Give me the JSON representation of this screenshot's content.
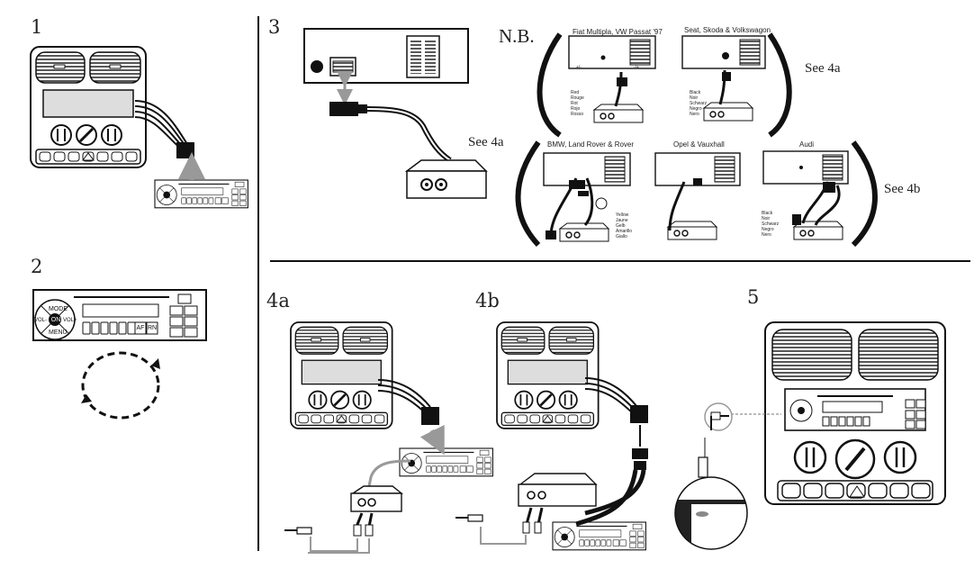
{
  "steps": {
    "s1": "1",
    "s2": "2",
    "s3": "3",
    "s4a": "4a",
    "s4b": "4b",
    "s5": "5"
  },
  "nb": "N.B.",
  "see": {
    "see4a_mid": "See 4a",
    "see4a_right": "See 4a",
    "see4b_right": "See 4b"
  },
  "cars": {
    "fiat": "Fiat Multipla, VW Passat '97",
    "seat": "Seat, Skoda & Volkswagon",
    "bmw": "BMW, Land Rover & Rover",
    "opel": "Opel & Vauxhall",
    "audi": "Audi"
  },
  "wire_labels": {
    "red": [
      "Red",
      "Rouge",
      "Rot",
      "Rojo",
      "Rosso"
    ],
    "black_seat": [
      "Black",
      "Noir",
      "Schwarz",
      "Negro",
      "Nero"
    ],
    "yellow": [
      "Yellow",
      "Jaune",
      "Gelb",
      "Amarillo",
      "Giallo"
    ],
    "black_audi": [
      "Black",
      "Noir",
      "Schwarz",
      "Negro",
      "Nero"
    ]
  },
  "polarity": {
    "pos": "+/-",
    "neg": "-/+"
  },
  "radio_buttons": {
    "mode": "MODE",
    "menu": "MENU",
    "vol_minus": "VOL-",
    "vol_plus": "VOL+",
    "on": "ON",
    "af": "AF",
    "rn": "RN"
  },
  "icons": [
    "car-dashboard-icon",
    "radio-unit-icon",
    "adapter-box-icon",
    "rotation-arrows-icon",
    "jack-plug-icon",
    "wire-harness-icon"
  ]
}
